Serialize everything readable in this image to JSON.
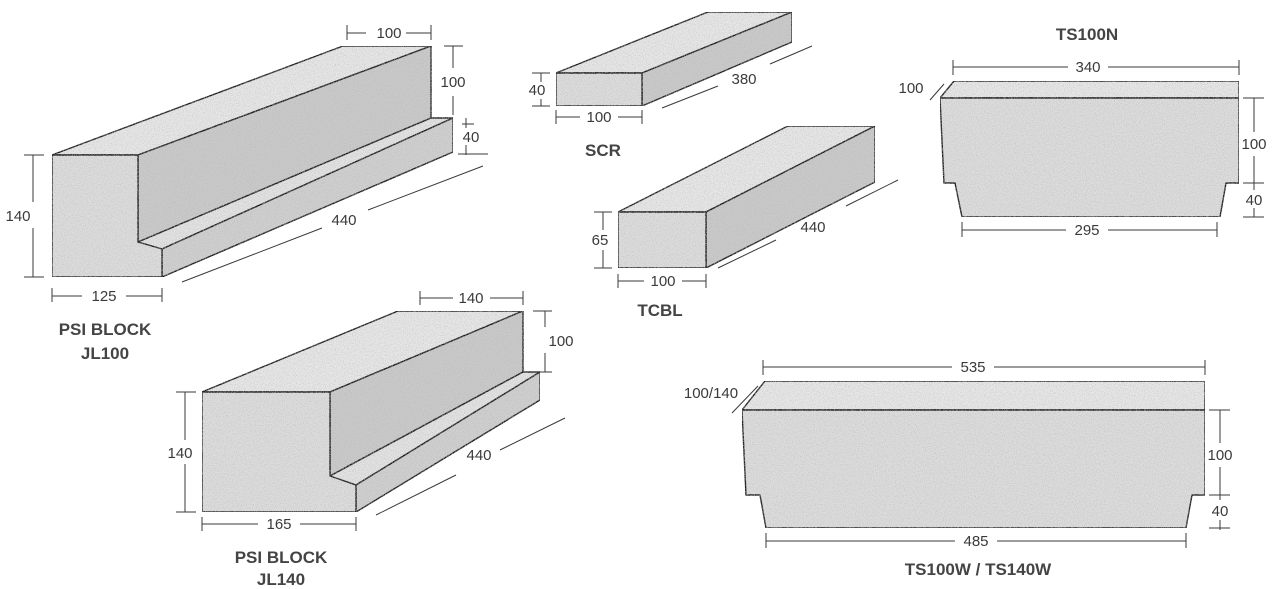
{
  "colors": {
    "stone": "#dcdcdc",
    "stone_dark": "#c9c9c9",
    "stone_light": "#e6e6e6",
    "edge": "#1e1e1e",
    "dim": "#3a3a3a",
    "title": "#444444"
  },
  "psi_jl100": {
    "title_line1": "PSI BLOCK",
    "title_line2": "JL100",
    "dim_top": "100",
    "dim_step": "100",
    "dim_lip": "40",
    "dim_height": "140",
    "dim_width": "125",
    "dim_length": "440"
  },
  "psi_jl140": {
    "title_line1": "PSI BLOCK",
    "title_line2": "JL140",
    "dim_top": "140",
    "dim_step": "100",
    "dim_height": "140",
    "dim_width": "165",
    "dim_length": "440"
  },
  "scr": {
    "title": "SCR",
    "dim_height": "40",
    "dim_width": "100",
    "dim_length": "380"
  },
  "tcbl": {
    "title": "TCBL",
    "dim_height": "65",
    "dim_width": "100",
    "dim_length": "440"
  },
  "ts100n": {
    "title": "TS100N",
    "dim_top": "340",
    "dim_depth": "100",
    "dim_upper": "100",
    "dim_lower": "40",
    "dim_bottom": "295"
  },
  "ts100w": {
    "title": "TS100W / TS140W",
    "dim_top": "535",
    "dim_depth": "100/140",
    "dim_upper": "100",
    "dim_lower": "40",
    "dim_bottom": "485"
  }
}
